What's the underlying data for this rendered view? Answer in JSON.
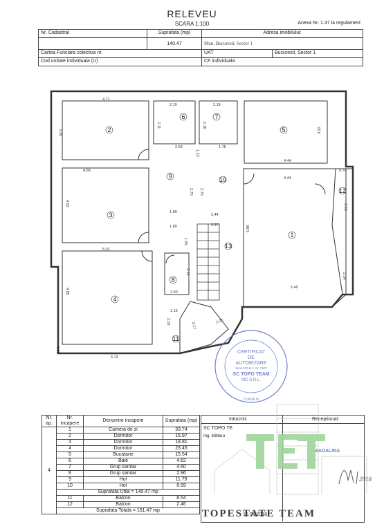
{
  "header": {
    "title": "RELEVEU",
    "scale": "SCARA 1:100",
    "anexa": "Anexa Nr. 1.37 la regulament"
  },
  "info_table": {
    "nr_cadastral": "Nr. Cadastral",
    "suprafata_label": "Suprafata (mp)",
    "adresa_label": "Adresa imobilului:",
    "suprafata_value": "140.47",
    "adresa_value": "Mun. Bucuresti, Sector 1",
    "cartea_label": "Cartea Funciara colectiva nr.",
    "uat_label": "UAT",
    "uat_value": "Bucuresti, Sector 1",
    "cod_label": "Cod unitate individuala (U)",
    "cf_label": "CF individuala"
  },
  "plan": {
    "rooms": [
      "1",
      "2",
      "3",
      "4",
      "5",
      "6",
      "7",
      "8",
      "9",
      "10",
      "11",
      "12",
      "13"
    ],
    "dims": {
      "d471": "4.71",
      "d219a": "2.19",
      "d219b": "2.19",
      "d339": "3.39",
      "d211": "2.11",
      "d216": "2.16",
      "d253": "2.53",
      "d123": "1.23",
      "d175": "1.75",
      "d352": "3.52",
      "d444a": "4.44",
      "d444b": "4.44",
      "d468": "4.68",
      "d402": "4.02",
      "d270a": "2.70",
      "d270b": "2.70",
      "d076": "0.76",
      "d363": "3.63",
      "d189a": "1.89",
      "d189b": "1.89",
      "d244": "2.44",
      "d337": "3.37",
      "d159": "1.59",
      "d689": "6.89",
      "d501": "5.01",
      "d254": "2.54",
      "d214": "2.14",
      "d150": "1.50",
      "d540": "5.40",
      "d485": "4.85",
      "d115": "1.15",
      "d202": "2.02",
      "d217": "2.17",
      "d225": "2.25",
      "d092": "0.92",
      "d613": "6.13"
    }
  },
  "rooms_table": {
    "col_nr": "Nr. ap.",
    "col_nr_inc": "Nr. incapere",
    "col_den": "Denumire incapere",
    "col_supr": "Suprafata (mp)",
    "ap_number": "4",
    "rows": [
      {
        "n": "1",
        "name": "Camera de zi",
        "area": "33.74"
      },
      {
        "n": "2",
        "name": "Dormitor",
        "area": "15.97"
      },
      {
        "n": "3",
        "name": "Dormitor",
        "area": "18.81"
      },
      {
        "n": "4",
        "name": "Dormitor",
        "area": "23.45"
      },
      {
        "n": "5",
        "name": "Bucatarie",
        "area": "15.54"
      },
      {
        "n": "6",
        "name": "Baie",
        "area": "4.62"
      },
      {
        "n": "7",
        "name": "Grup sanitar",
        "area": "4.60"
      },
      {
        "n": "8",
        "name": "Grup sanitar",
        "area": "2.96"
      },
      {
        "n": "9",
        "name": "Hol",
        "area": "11.79"
      },
      {
        "n": "10",
        "name": "Hol",
        "area": "8.99"
      }
    ],
    "util": "Suprafata Utila = 140.47 mp",
    "balcon_rows": [
      {
        "n": "11",
        "name": "Balcon",
        "area": "8.54"
      },
      {
        "n": "12",
        "name": "Balcon",
        "area": "2.46"
      }
    ],
    "total": "Suprafata Totala = 151.47 mp"
  },
  "right_box": {
    "intocmit": "Intocmit:",
    "receptionat": "Receptionat:",
    "company": "SC TOPO TE",
    "engineer": "Ing. Militaru",
    "name": "MADALINA",
    "date": "15.06.2018",
    "year": "2018"
  },
  "stamp": {
    "line1": "CERTIFICAT",
    "line2": "DE",
    "line3": "AUTORIZARE",
    "line4": "Seria RO-B-J, Nr. 0637",
    "line5": "SC TOPO TEAM",
    "line6": "MC S.R.L.",
    "line7": "CLASA III"
  },
  "brand": "TOPESTATE TEAM",
  "colors": {
    "ink": "#333333",
    "stamp": "#6d7fc9",
    "watermark": "#9fd49a"
  }
}
